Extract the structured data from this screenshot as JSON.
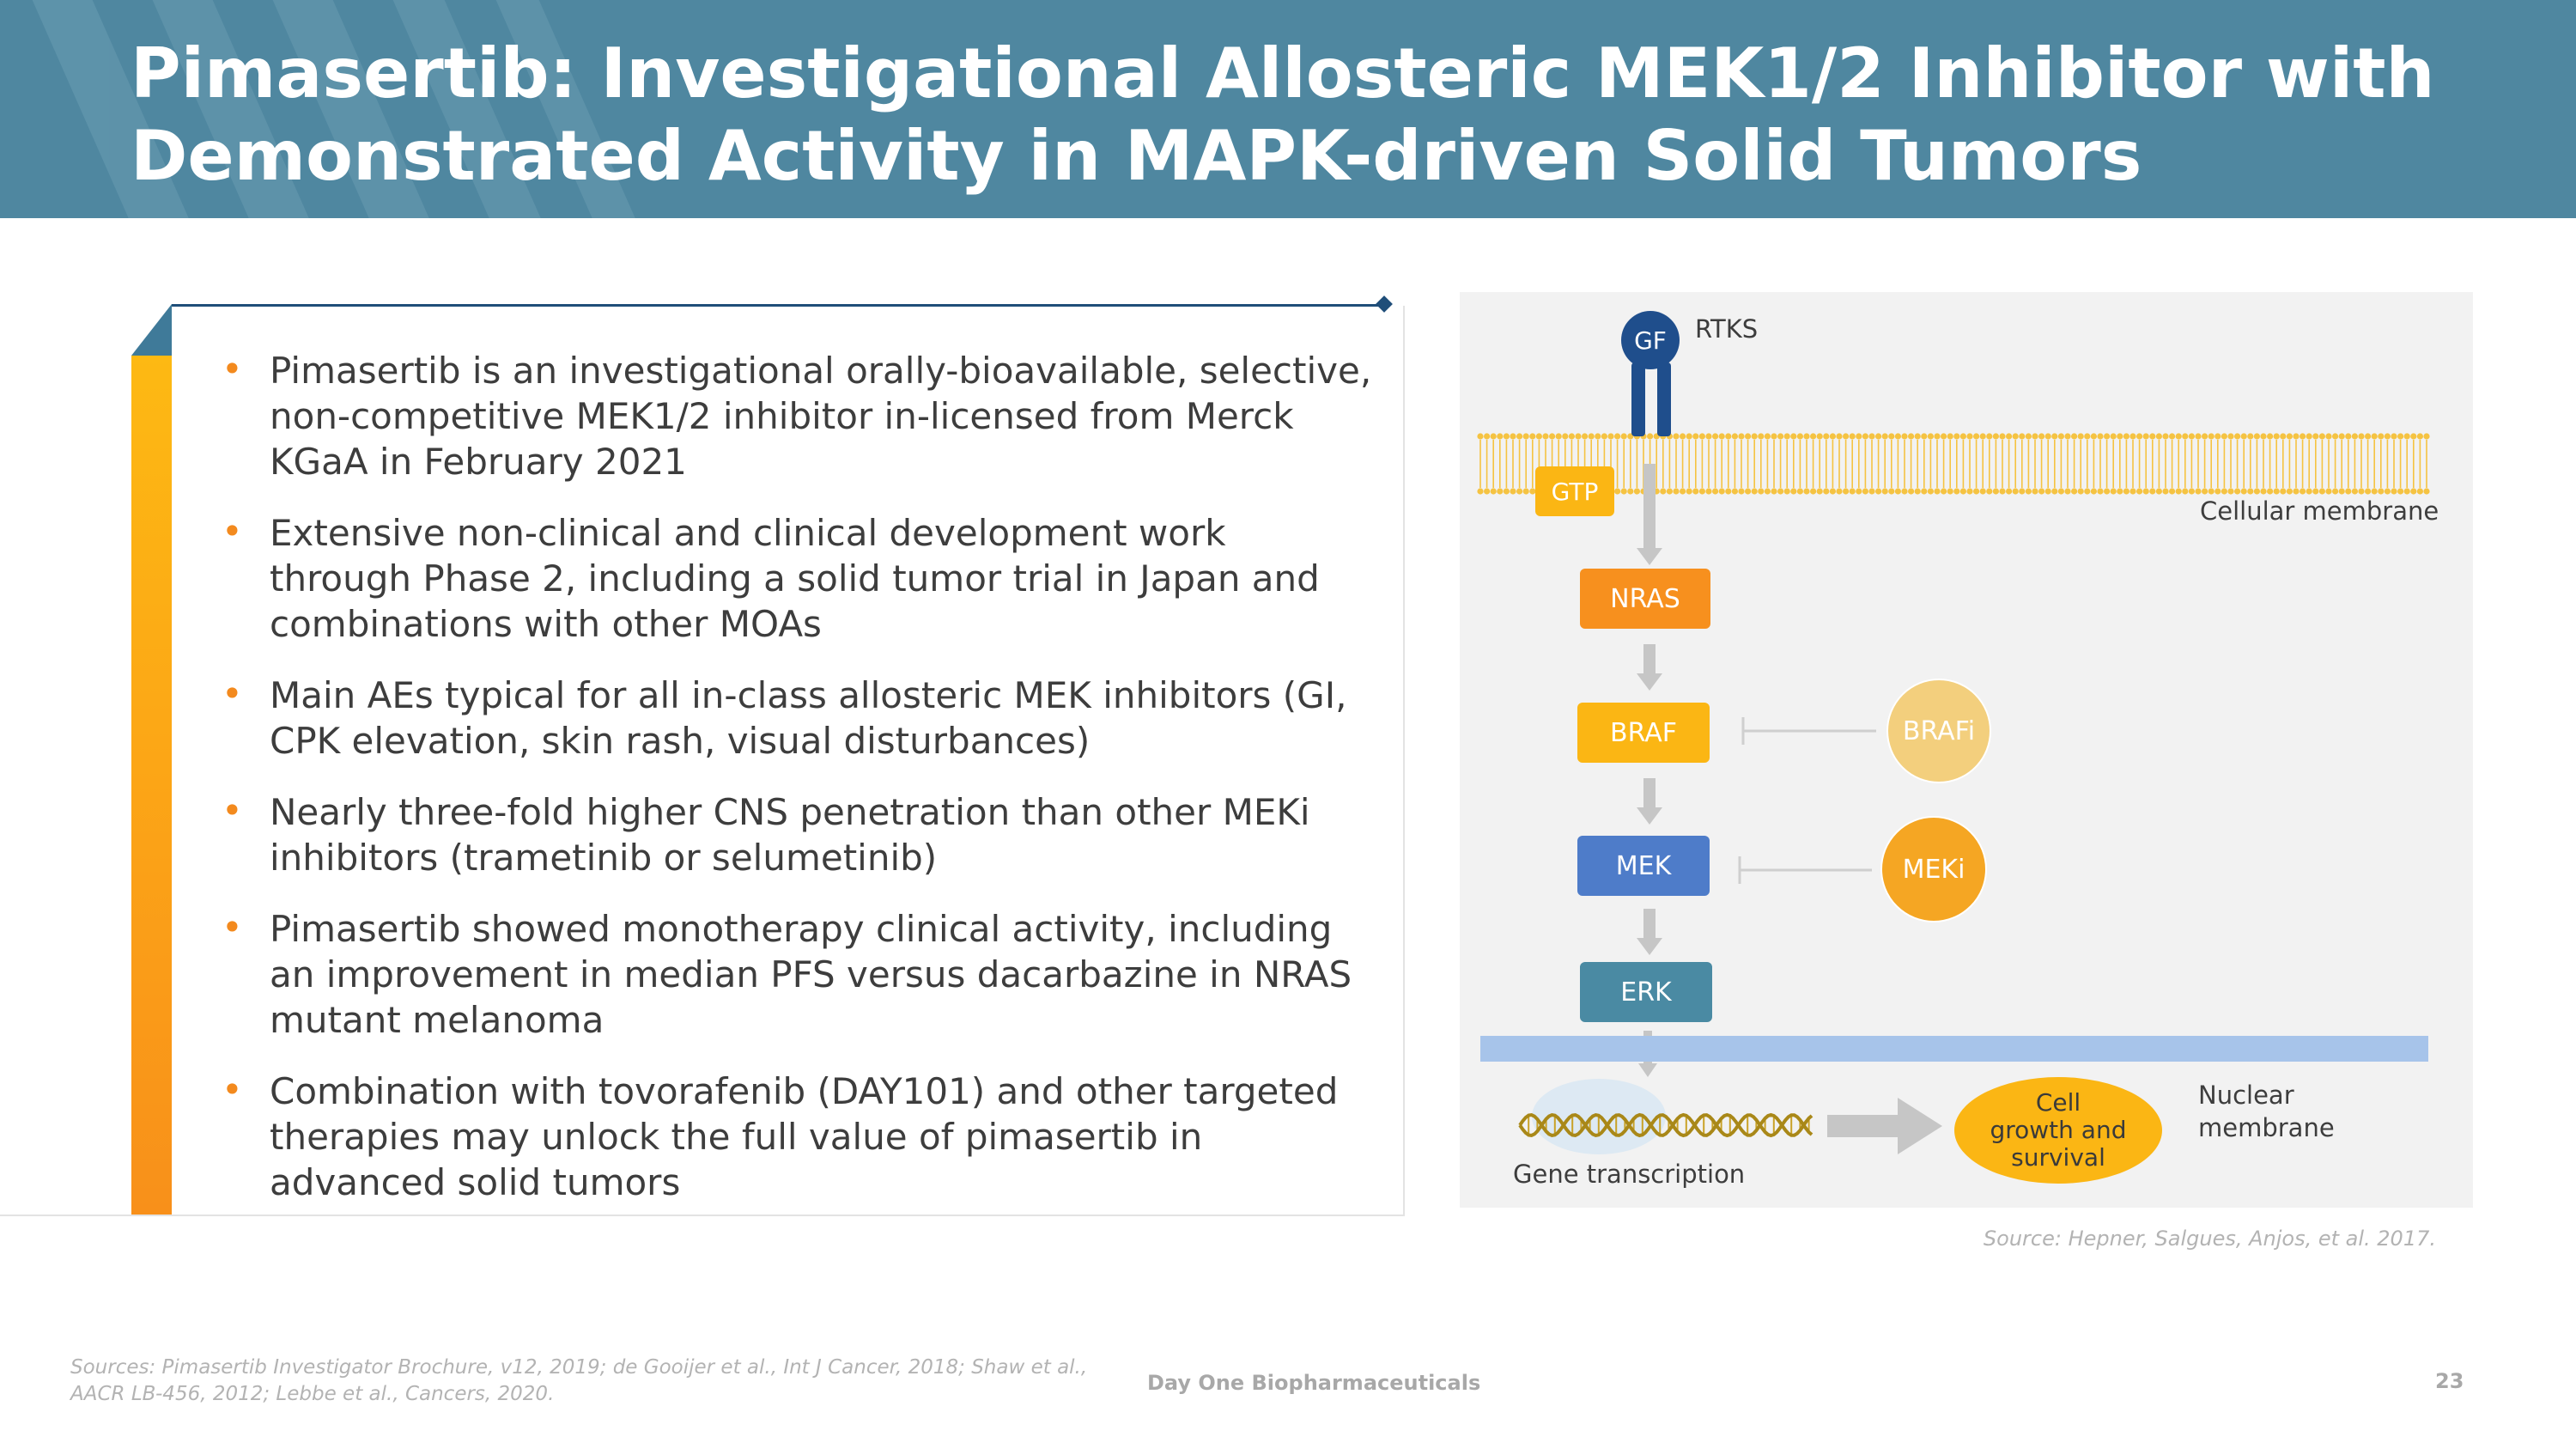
{
  "header": {
    "title_line1": "Pimasertib: Investigational Allosteric MEK1/2 Inhibitor with",
    "title_line2": "Demonstrated Activity in MAPK-driven Solid Tumors",
    "bg_color": "#4f87a0"
  },
  "bullets": [
    "Pimasertib is an investigational orally-bioavailable, selective, non-competitive MEK1/2 inhibitor in-licensed from Merck KGaA in February 2021",
    "Extensive non-clinical and clinical development work through Phase 2, including a solid tumor trial in Japan and combinations with other MOAs",
    "Main AEs typical for all in-class allosteric MEK inhibitors (GI, CPK elevation, skin rash, visual disturbances)",
    "Nearly three-fold higher CNS penetration than other MEKi inhibitors (trametinib or selumetinib)",
    "Pimasertib showed monotherapy clinical activity, including an improvement in median PFS versus dacarbazine in NRAS mutant melanoma",
    "Combination with tovorafenib (DAY101) and other targeted therapies may unlock the full value of pimasertib in advanced solid tumors"
  ],
  "diagram": {
    "gf": "GF",
    "rtks": "RTKS",
    "gtp": "GTP",
    "cellular_membrane": "Cellular membrane",
    "nras": "NRAS",
    "braf": "BRAF",
    "brafi": "BRAFi",
    "mek": "MEK",
    "meki": "MEKi",
    "erk": "ERK",
    "nuclear_membrane_1": "Nuclear",
    "nuclear_membrane_2": "membrane",
    "gene_transcription": "Gene transcription",
    "cell_growth_1": "Cell",
    "cell_growth_2": "growth and",
    "cell_growth_3": "survival",
    "colors": {
      "nras": "#f7901e",
      "braf": "#fbb614",
      "mek": "#4e7cc9",
      "erk": "#4a8aa3",
      "gf": "#1f4e8c",
      "brafi": "#f3cf7d",
      "meki": "#f5a623",
      "membrane": "#f5c342",
      "nuclear": "#a7c4ea"
    }
  },
  "diagram_source": "Source: Hepner, Salgues, Anjos, et al. 2017.",
  "footer": {
    "sources": "Sources: Pimasertib Investigator Brochure, v12, 2019; de Gooijer et al., Int J Cancer, 2018; Shaw et al., AACR LB-456, 2012; Lebbe et al., Cancers, 2020.",
    "company": "Day One Biopharmaceuticals",
    "page": "23"
  }
}
